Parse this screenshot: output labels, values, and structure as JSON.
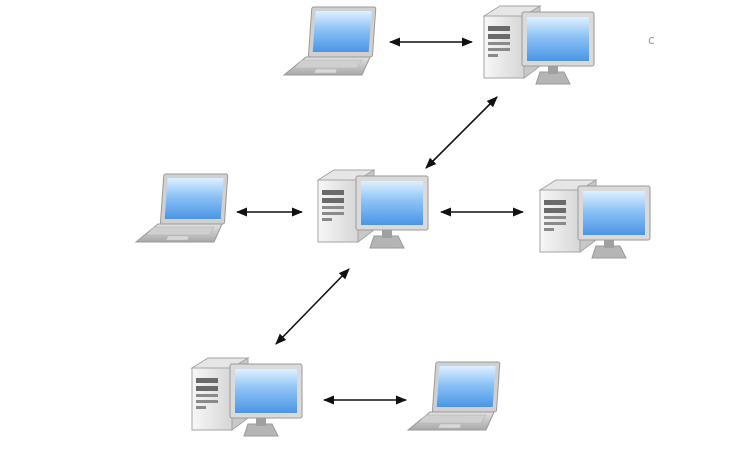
{
  "diagram": {
    "corner_mark": "c",
    "colors": {
      "screen_top": "#dff0ff",
      "screen_bottom": "#4a95e6",
      "body_light": "#f4f4f4",
      "body_dark": "#bdbdbd",
      "outline": "#9a9a9a",
      "arrow": "#111111"
    },
    "nodes": [
      {
        "id": "laptop-top",
        "kind": "laptop"
      },
      {
        "id": "desktop-top",
        "kind": "desktop"
      },
      {
        "id": "laptop-left",
        "kind": "laptop"
      },
      {
        "id": "desktop-center",
        "kind": "desktop"
      },
      {
        "id": "desktop-right",
        "kind": "desktop"
      },
      {
        "id": "desktop-bottom",
        "kind": "desktop"
      },
      {
        "id": "laptop-bottom",
        "kind": "laptop"
      }
    ],
    "edges": [
      {
        "from": "laptop-top",
        "to": "desktop-top",
        "direction": "both"
      },
      {
        "from": "desktop-top",
        "to": "desktop-center",
        "direction": "both"
      },
      {
        "from": "laptop-left",
        "to": "desktop-center",
        "direction": "both"
      },
      {
        "from": "desktop-center",
        "to": "desktop-right",
        "direction": "both"
      },
      {
        "from": "desktop-center",
        "to": "desktop-bottom",
        "direction": "both"
      },
      {
        "from": "desktop-bottom",
        "to": "laptop-bottom",
        "direction": "both"
      }
    ]
  }
}
